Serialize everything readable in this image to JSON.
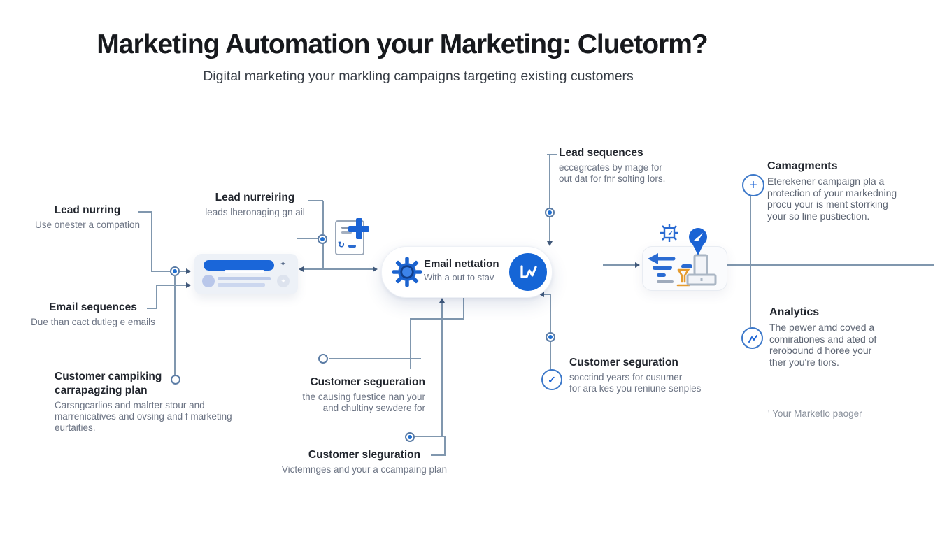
{
  "colors": {
    "accent_blue": "#1b63d4",
    "line": "#8097ae",
    "card_bar_blue": "#1a66d9"
  },
  "header": {
    "title": "Marketing Automation your Marketing: Cluetorm?",
    "subtitle": "Digital marketing your markling campaigns targeting existing customers"
  },
  "pill": {
    "title": "Email nettation",
    "subtitle": "With a out to stav"
  },
  "nodes": {
    "lead_nurring": {
      "title": "Lead nurring",
      "body": "Use onester a compation"
    },
    "lead_nurreiring": {
      "title": "Lead nurreiring",
      "body": "leads lheronaging gn ail"
    },
    "email_sequences": {
      "title": "Email sequences",
      "body": "Due than cact dutleg e emails"
    },
    "customer_campiking": {
      "title_line1": "Customer campiking",
      "title_line2": "carrapagzing plan",
      "body": "Carsngcarlios and malrter stour and marrenicatives and ovsing and f marketing eurtaities."
    },
    "customer_segueration": {
      "title": "Customer segueration",
      "body_line1": "the causing fuestice nan your",
      "body_line2": "and chultiny sewdere for"
    },
    "customer_sleguration": {
      "title": "Customer sleguration",
      "body": "Victemnges and your a ccampaing plan"
    },
    "lead_sequences": {
      "title": "Lead sequences",
      "body_line1": "eccegrcates by mage for",
      "body_line2": "out dat for fnr solting lors."
    },
    "customer_seguration_right": {
      "title": "Customer seguration",
      "body_line1": "socctind years for cusumer",
      "body_line2": "for ara kes you reniune senples"
    },
    "camagments": {
      "title": "Camagments",
      "body_line1": "Eterekener campaign pla a",
      "body_line2": "protection of your markedning",
      "body_line3": "procu your is ment storrking",
      "body_line4": "your so line pustiection."
    },
    "analytics": {
      "title": "Analytics",
      "body_line1": "The pewer amd coved a",
      "body_line2": "comirationes and ated of",
      "body_line3": "rerobound d horee your",
      "body_line4": "ther you're tiors."
    }
  },
  "glyphs": {
    "check": "✓",
    "plus": "+",
    "sparkle": "✦"
  },
  "footer": {
    "note": "' Your Marketlo paoger"
  }
}
